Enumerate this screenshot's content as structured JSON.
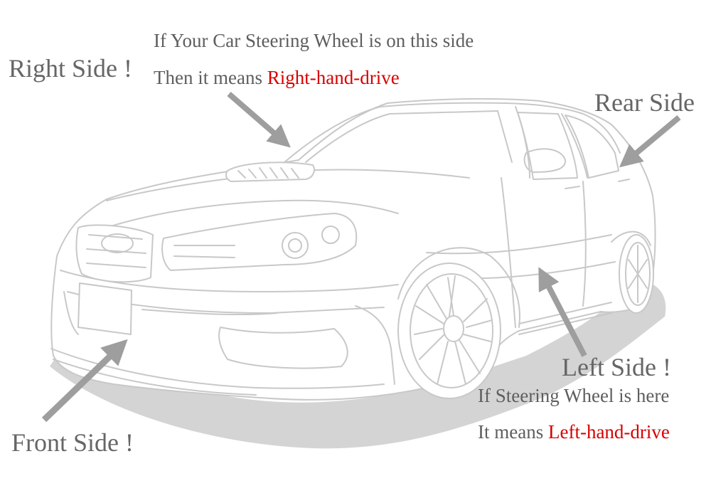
{
  "labels": {
    "right_side": "Right Side !",
    "right_note_line1": "If Your Car Steering Wheel is on this side",
    "right_note_line2_prefix": "Then it means ",
    "right_note_line2_highlight": "Right-hand-drive",
    "rear_side": "Rear Side",
    "left_side": "Left Side !",
    "left_note_line1": "If Steering Wheel is here",
    "left_note_line2_prefix": "It means ",
    "left_note_line2_highlight": "Left-hand-drive",
    "front_side": "Front Side !"
  },
  "colors": {
    "label_text": "#666666",
    "highlight": "#d90000",
    "arrow": "#9e9e9e",
    "car_outline": "#c8c8c8",
    "shadow": "#d4d4d4"
  },
  "icons": {
    "car": "car-outline-illustration",
    "arrows": "pointer-arrow"
  }
}
